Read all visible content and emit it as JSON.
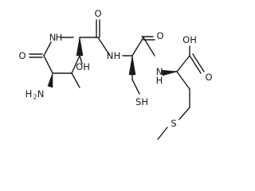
{
  "labels": {
    "o_left": "O",
    "nh_ring": "N",
    "h_ring": "H",
    "o_amide1": "O",
    "nh_amide1": "N",
    "h_amide1": "H",
    "oh_side": "OH",
    "h2n": "H",
    "n_amine": "N",
    "sub2": "2",
    "o_amide2": "O",
    "nh_amide2": "N",
    "h_amide2": "H",
    "sh": "SH",
    "oh_acid": "OH",
    "o_acid": "O",
    "s_thioether": "S"
  }
}
